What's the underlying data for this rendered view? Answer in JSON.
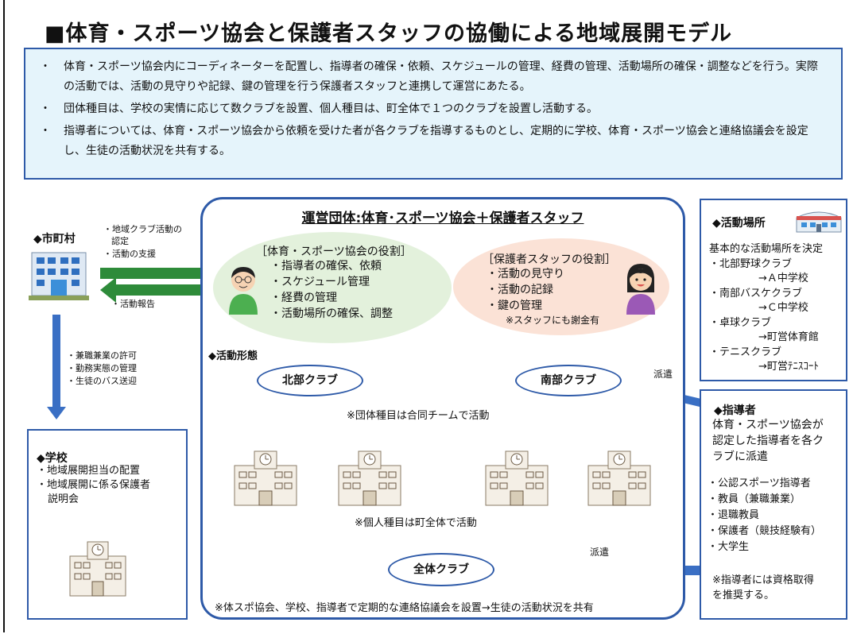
{
  "title": "■体育・スポーツ協会と保護者スタッフの協働による地域展開モデル",
  "summary": [
    "体育・スポーツ協会内にコーディネーターを配置し、指導者の確保・依頼、スケジュールの管理、経費の管理、活動場所の確保・調整などを行う。実際の活動では、活動の見守りや記録、鍵の管理を行う保護者スタッフと連携して運営にあたる。",
    "団体種目は、学校の実情に応じて数クラブを設置、個人種目は、町全体で１つのクラブを設置し活動する。",
    "指導者については、体育・スポーツ協会から依頼を受けた者が各クラブを指導するものとし、定期的に学校、体育・スポーツ協会と連絡協議会を設定し、生徒の活動状況を共有する。"
  ],
  "municipality": {
    "heading": "◆市町村",
    "to_org": [
      "・地域クラブ活動の",
      "認定",
      "・活動の支援"
    ],
    "from_org": "・活動報告",
    "to_school": [
      "・兼職兼業の許可",
      "・勤務実態の管理",
      "・生徒のバス送迎"
    ]
  },
  "school": {
    "heading": "◆学校",
    "items": [
      "・地域展開担当の配置",
      "・地域展開に係る保護者",
      "説明会"
    ]
  },
  "org": {
    "title": "運営団体:体育･スポーツ協会＋保護者スタッフ",
    "association_role": {
      "title": "［体育・スポーツ協会の役割］",
      "items": [
        "・指導者の確保、依頼",
        "・スケジュール管理",
        "・経費の管理",
        "・活動場所の確保、調整"
      ]
    },
    "parent_role": {
      "title": "［保護者スタッフの役割］",
      "items": [
        "・活動の見守り",
        "・活動の記録",
        "・鍵の管理"
      ],
      "note": "※スタッフにも謝金有"
    },
    "activity_heading": "◆活動形態",
    "north_club": "北部クラブ",
    "south_club": "南部クラブ",
    "team_note": "※団体種目は合同チームで活動",
    "individual_note": "※個人種目は町全体で活動",
    "all_club": "全体クラブ",
    "footer_note": "※体スポ協会、学校、指導者で定期的な連絡協議会を設置→生徒の活動状況を共有"
  },
  "venue": {
    "heading": "◆活動場所",
    "intro": "基本的な活動場所を決定",
    "items": [
      "・北部野球クラブ",
      "→Ａ中学校",
      "・南部バスケクラブ",
      "→Ｃ中学校",
      "・卓球クラブ",
      "→町営体育館",
      "・テニスクラブ",
      "→町営ﾃﾆｽｺｰﾄ"
    ]
  },
  "coach": {
    "heading": "◆指導者",
    "desc": [
      "体育・スポーツ協会が",
      "認定した指導者を各ク",
      "ラブに派遣"
    ],
    "items": [
      "・公認スポーツ指導者",
      "・教員（兼職兼業）",
      "・退職教員",
      "・保護者（競技経験有）",
      "・大学生"
    ],
    "note": [
      "※指導者には資格取得",
      "を推奨する。"
    ],
    "dispatch_label_1": "派遣",
    "dispatch_label_2": "派遣"
  },
  "colors": {
    "accent": "#2e5aa8",
    "summary_bg": "#e5f4fb",
    "association_bg": "#e3f1dc",
    "parent_bg": "#fbe2d6",
    "arrow_green": "#2e8b3a"
  }
}
